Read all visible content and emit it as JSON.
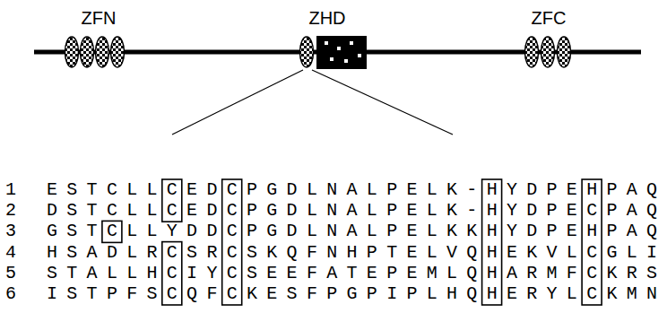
{
  "diagram": {
    "labels": [
      "ZFN",
      "ZHD",
      "ZFC",
      "1",
      "ESTCLLCEDCPGDLNALPELK-HYDPEHPAQ",
      "2",
      "DSTCLLCEDCPGDLNALPELK-HYDPECPAQ",
      "3",
      "GSTCLLYDDCPGDLNALPELKKHYDPEHPAQ",
      "4",
      "HSADLRCSRCSKQFNHPTELVQHEKVLCGLI",
      "5",
      "STALLHCIYCSEEFATEPEMLQHARMFCKRS",
      "6",
      "ISTPFSCQFCKESFPGPIPLHQHERYLCKMN"
    ]
  }
}
